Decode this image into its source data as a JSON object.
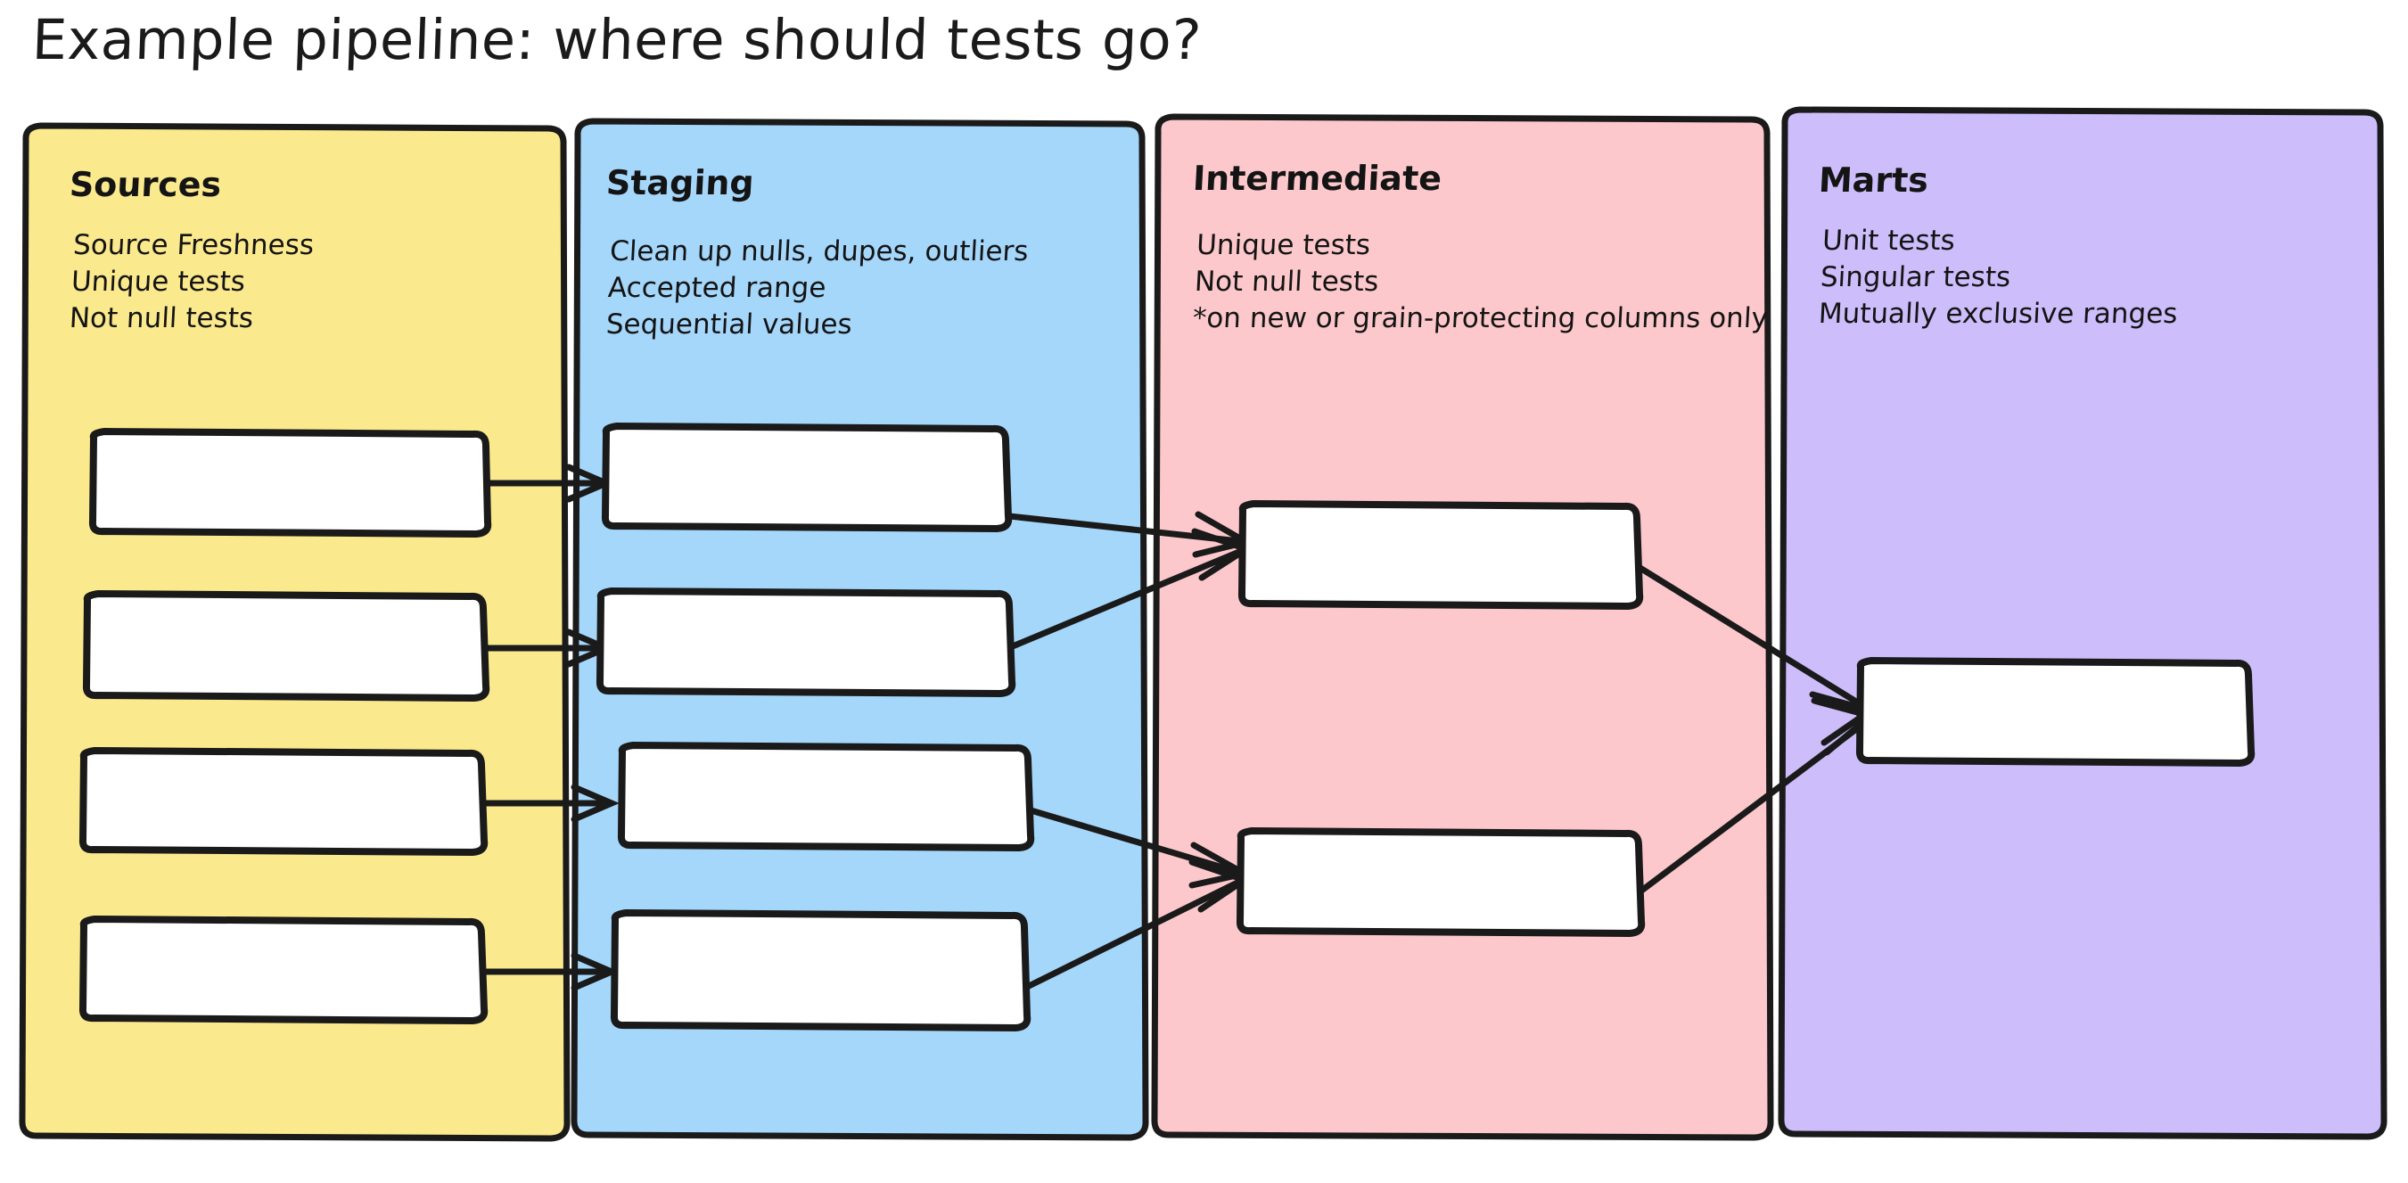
{
  "title": "Example pipeline: where should tests go?",
  "colors": {
    "sources_fill": "#FBE98D",
    "staging_fill": "#A5D7FB",
    "intermediate_fill": "#FCC8CB",
    "marts_fill": "#CDBDFB",
    "stroke": "#1a1a1a",
    "node_fill": "#ffffff",
    "background": "#ffffff",
    "text": "#141414"
  },
  "columns": [
    {
      "id": "sources",
      "label": "Sources",
      "fill": "#FBE98D",
      "lines": [
        "Source Freshness",
        "Unique tests",
        "Not null tests"
      ],
      "node_count": 4
    },
    {
      "id": "staging",
      "label": "Staging",
      "fill": "#A5D7FB",
      "lines": [
        "Clean up nulls, dupes, outliers",
        "Accepted range",
        "Sequential values"
      ],
      "node_count": 4
    },
    {
      "id": "intermediate",
      "label": "Intermediate",
      "fill": "#FCC8CB",
      "lines": [
        "Unique tests",
        "Not null tests",
        "*on new or grain-protecting columns only"
      ],
      "node_count": 2
    },
    {
      "id": "marts",
      "label": "Marts",
      "fill": "#CDBDFB",
      "lines": [
        "Unit tests",
        "Singular tests",
        "Mutually exclusive ranges"
      ],
      "node_count": 1
    }
  ],
  "edges": [
    {
      "from": "sources-node-1",
      "to": "staging-node-1"
    },
    {
      "from": "sources-node-2",
      "to": "staging-node-2"
    },
    {
      "from": "sources-node-3",
      "to": "staging-node-3"
    },
    {
      "from": "sources-node-4",
      "to": "staging-node-4"
    },
    {
      "from": "staging-node-1",
      "to": "intermediate-node-1"
    },
    {
      "from": "staging-node-2",
      "to": "intermediate-node-1"
    },
    {
      "from": "staging-node-3",
      "to": "intermediate-node-2"
    },
    {
      "from": "staging-node-4",
      "to": "intermediate-node-2"
    },
    {
      "from": "intermediate-node-1",
      "to": "marts-node-1"
    },
    {
      "from": "intermediate-node-2",
      "to": "marts-node-1"
    }
  ]
}
